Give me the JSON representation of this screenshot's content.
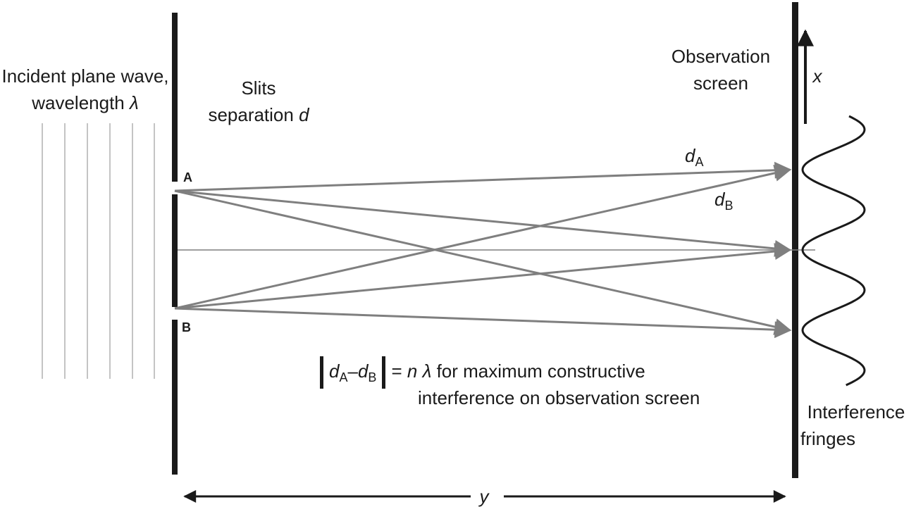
{
  "incident": {
    "line1": "Incident plane wave,",
    "line2_prefix": "wavelength ",
    "symbol": "λ"
  },
  "slits": {
    "line1": "Slits",
    "line2_prefix": "separation ",
    "symbol": "d"
  },
  "screen": {
    "line1": "Observation",
    "line2": "screen"
  },
  "axis_x": "x",
  "axis_y": "y",
  "point_a": "A",
  "point_b": "B",
  "path_a": {
    "var": "d",
    "sub": "A"
  },
  "path_b": {
    "var": "d",
    "sub": "B"
  },
  "formula": {
    "lhs_var_a": "d",
    "lhs_sub_a": "A",
    "minus": "–",
    "lhs_var_b": "d",
    "lhs_sub_b": "B",
    "eq": "= ",
    "n": "n",
    "lambda": "λ",
    "rest_line1": " for maximum constructive",
    "line2": "interference on observation screen"
  },
  "fringes": {
    "line1": "Interference",
    "line2": "fringes"
  },
  "colors": {
    "ink": "#1a1a1a",
    "ray": "#7f7f7f",
    "wavefront": "#c4c4c4"
  }
}
